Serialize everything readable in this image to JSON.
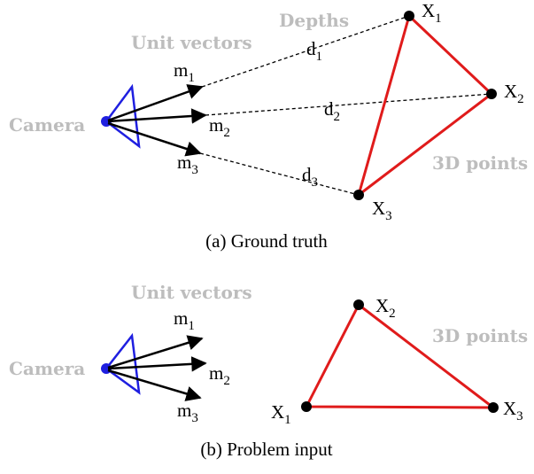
{
  "colors": {
    "label_gray": "#bdbdbd",
    "camera_blue": "#1f1fe0",
    "triangle_red": "#e01b1b",
    "ink": "#000000"
  },
  "panel_a": {
    "caption": "(a) Ground truth",
    "labels": {
      "depths": "Depths",
      "unit_vectors": "Unit vectors",
      "camera": "Camera",
      "points_3d": "3D points"
    },
    "vectors": [
      {
        "base": "m",
        "sub": "1"
      },
      {
        "base": "m",
        "sub": "2"
      },
      {
        "base": "m",
        "sub": "3"
      }
    ],
    "depths": [
      {
        "base": "d",
        "sub": "1"
      },
      {
        "base": "d",
        "sub": "2"
      },
      {
        "base": "d",
        "sub": "3"
      }
    ],
    "points": [
      {
        "base": "X",
        "sub": "1"
      },
      {
        "base": "X",
        "sub": "2"
      },
      {
        "base": "X",
        "sub": "3"
      }
    ]
  },
  "panel_b": {
    "caption": "(b) Problem input",
    "labels": {
      "unit_vectors": "Unit vectors",
      "camera": "Camera",
      "points_3d": "3D points"
    },
    "vectors": [
      {
        "base": "m",
        "sub": "1"
      },
      {
        "base": "m",
        "sub": "2"
      },
      {
        "base": "m",
        "sub": "3"
      }
    ],
    "points": [
      {
        "base": "X",
        "sub": "1"
      },
      {
        "base": "X",
        "sub": "2"
      },
      {
        "base": "X",
        "sub": "3"
      }
    ]
  }
}
